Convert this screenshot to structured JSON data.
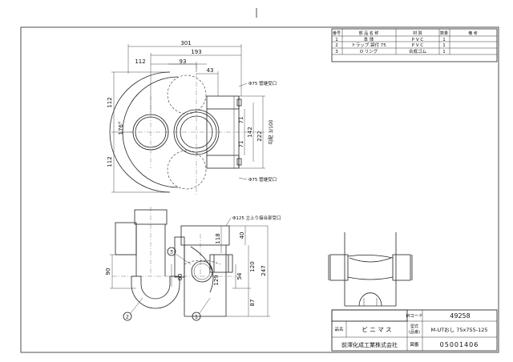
{
  "parts_table": {
    "headers": [
      "番号",
      "部 品 名 称",
      "材 質",
      "数量",
      "備 考"
    ],
    "rows": [
      [
        "1",
        "本 体",
        "P V C",
        "1",
        ""
      ],
      [
        "2",
        "トラップ 袋付 75",
        "P V C",
        "1",
        ""
      ],
      [
        "3",
        "O リング",
        "合成ゴム",
        "1",
        ""
      ]
    ]
  },
  "title_block": {
    "mcode_label": "Mコード",
    "mcode_value": "49258",
    "name_label": "品名",
    "name_value": "ビ ニ マ ス",
    "model_label_1": "型式",
    "model_label_2": "(品番)",
    "model_value": "M-UTおし 75x755-125",
    "company": "前澤化成工業株式会社",
    "drawing_no_label": "図番",
    "drawing_no_value": "05001406"
  },
  "dimensions": {
    "top_view": {
      "d301": "301",
      "d193": "193",
      "d112": "112",
      "d93": "93",
      "d43": "43",
      "d112_upper": "112",
      "d112_lower": "112",
      "d176": "176°",
      "d71_upper": "71",
      "d71_lower": "71",
      "d142": "142",
      "d222": "222",
      "slope": "勾配 3/100",
      "pipe_top": "Φ75 管継受口",
      "pipe_bottom": "Φ75 管継受口"
    },
    "front_view": {
      "pipe_label": "Φ125 立上り接合部受口",
      "d40": "40",
      "d118": "118",
      "d120": "120",
      "d247": "247",
      "d54": "54",
      "d129": "129",
      "d87": "87",
      "d90": "90",
      "d60": "60"
    }
  },
  "callouts": {
    "c1": "1",
    "c2": "2",
    "c3": "3"
  }
}
